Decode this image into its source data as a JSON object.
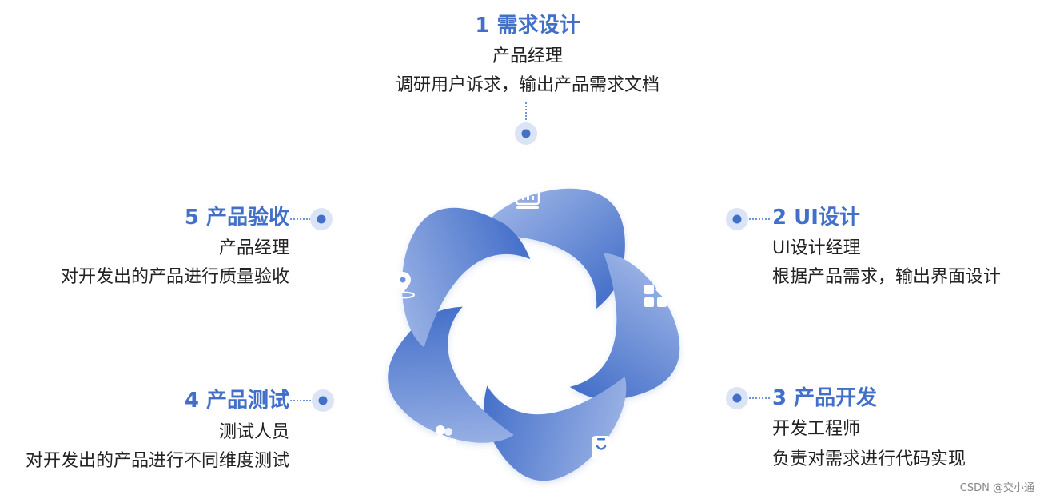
{
  "colors": {
    "accent": "#4270c8",
    "petal_light": "#9ab2e6",
    "petal_dark": "#3b68c6",
    "marker_halo": "#dbe4f6",
    "text": "#222222"
  },
  "steps": [
    {
      "title": "1 需求设计",
      "role": "产品经理",
      "desc": "调研用户诉求，输出产品需求文档",
      "icon": "chart-monitor-icon"
    },
    {
      "title": "2 UI设计",
      "role": "UI设计经理",
      "desc": "根据产品需求，输出界面设计",
      "icon": "apps-grid-icon"
    },
    {
      "title": "3 产品开发",
      "role": "开发工程师",
      "desc": "负责对需求进行代码实现",
      "icon": "phone-device-icon"
    },
    {
      "title": "4 产品测试",
      "role": "测试人员",
      "desc": "对开发出的产品进行不同维度测试",
      "icon": "users-icon"
    },
    {
      "title": "5 产品验收",
      "role": "产品经理",
      "desc": "对开发出的产品进行质量验收",
      "icon": "location-pin-icon"
    }
  ],
  "watermark": "CSDN @交小通"
}
